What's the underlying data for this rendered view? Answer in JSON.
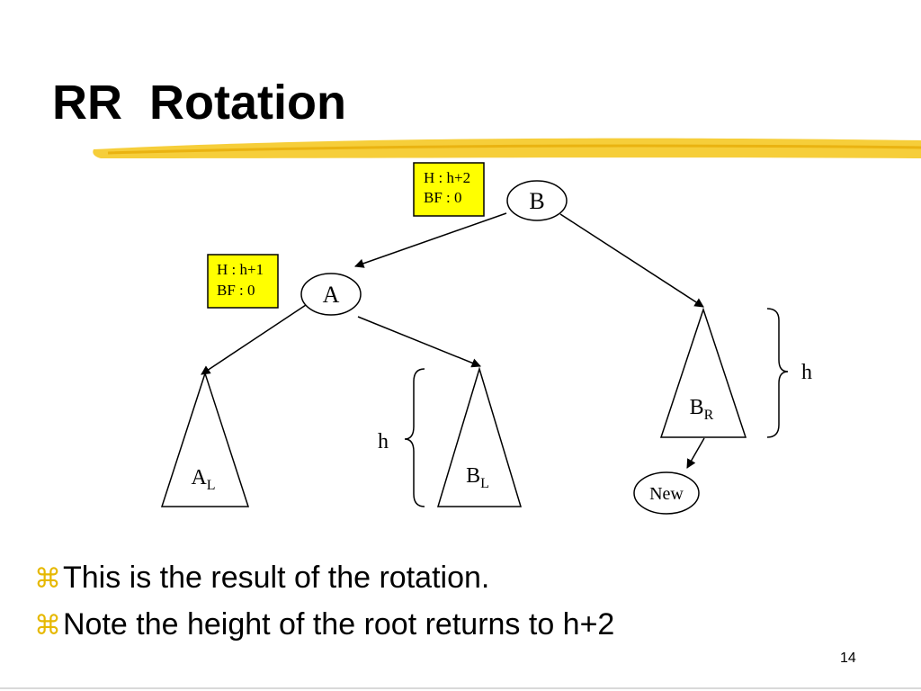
{
  "slide": {
    "title": "RR  Rotation",
    "bullet_glyph": "⌘",
    "bullets": [
      "This is the result of the rotation.",
      "Note the height of the root returns to h+2"
    ],
    "slide_number": "14",
    "accent_color": "#f5c518"
  },
  "diagram": {
    "nodes": {
      "root": "B",
      "left_child": "A",
      "new_node": "New"
    },
    "subtrees": {
      "a_left": {
        "main": "A",
        "sub": "L"
      },
      "b_left": {
        "main": "B",
        "sub": "L"
      },
      "b_right": {
        "main": "B",
        "sub": "R"
      }
    },
    "info_boxes": {
      "root": {
        "line1": "H : h+2",
        "line2": "BF : 0"
      },
      "left_child": {
        "line1": "H : h+1",
        "line2": "BF : 0"
      }
    },
    "height_labels": {
      "right_subtree": "h",
      "middle_subtree": "h"
    }
  }
}
